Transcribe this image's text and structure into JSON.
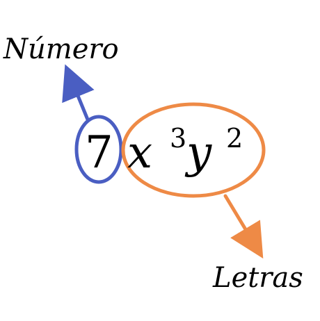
{
  "labels": {
    "number": "Número",
    "letters": "Letras"
  },
  "expression": {
    "coefficient": "7",
    "var1": "x",
    "exp1": "3",
    "var2": "y",
    "exp2": "2"
  },
  "colors": {
    "number_annotation": "#4a5ec2",
    "letters_annotation": "#ee8a46",
    "text": "#000000"
  }
}
